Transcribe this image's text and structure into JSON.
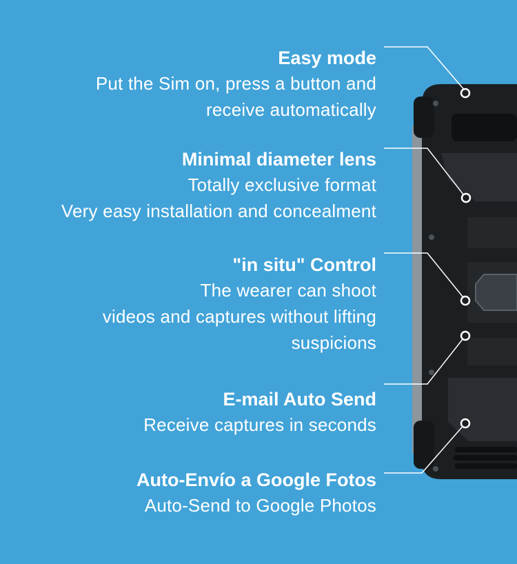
{
  "features": [
    {
      "title": "Easy mode",
      "lines": [
        "Put the Sim on, press a button and",
        "receive automatically"
      ]
    },
    {
      "title": "Minimal diameter lens",
      "lines": [
        "Totally exclusive format",
        "Very easy installation and concealment"
      ]
    },
    {
      "title": "\"in situ\" Control",
      "lines": [
        "The wearer can shoot",
        "videos and captures without lifting",
        "suspicions"
      ]
    },
    {
      "title": "E-mail Auto Send",
      "lines": [
        "Receive captures in seconds"
      ]
    },
    {
      "title": "Auto-Envío a Google Fotos",
      "lines": [
        "Auto-Send to Google Photos"
      ]
    }
  ],
  "colors": {
    "background": "#41a3d8",
    "text": "#ffffff",
    "device_body": "#1c1f22",
    "device_panel": "#2a2e32",
    "callout_line": "#ffffff"
  },
  "icons": [
    "rugged-phone-illustration",
    "callout-dot-icon"
  ]
}
